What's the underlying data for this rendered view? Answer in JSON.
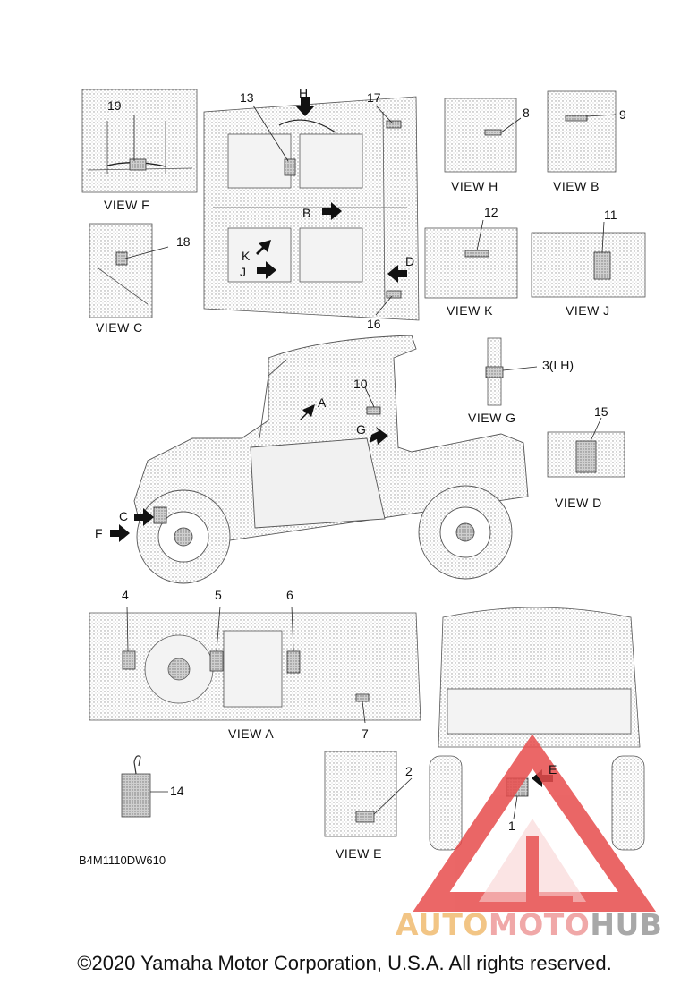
{
  "callouts": [
    "1",
    "2",
    "3(LH)",
    "4",
    "5",
    "6",
    "7",
    "8",
    "9",
    "10",
    "11",
    "12",
    "13",
    "14",
    "15",
    "16",
    "17",
    "18",
    "19"
  ],
  "view_letters": [
    "A",
    "B",
    "C",
    "D",
    "E",
    "F",
    "G",
    "H",
    "J",
    "K"
  ],
  "views": {
    "f": "VIEW F",
    "c": "VIEW C",
    "h": "VIEW H",
    "b": "VIEW B",
    "k": "VIEW K",
    "j": "VIEW J",
    "g": "VIEW G",
    "d": "VIEW D",
    "a": "VIEW A",
    "e": "VIEW E"
  },
  "diagram_code": "B4M1110DW610",
  "brand": {
    "part1": "AUTO",
    "part2": "MOTO",
    "part3": "HUB"
  },
  "footer": "©2020 Yamaha Motor Corporation, U.S.A. All rights reserved.",
  "colors": {
    "line": "#444444",
    "fill": "#e6e6e6",
    "arrow": "#111111",
    "logo_red": "#e74c4c",
    "logo_orange": "#f2c585",
    "logo_grey": "#a8a8a8"
  }
}
